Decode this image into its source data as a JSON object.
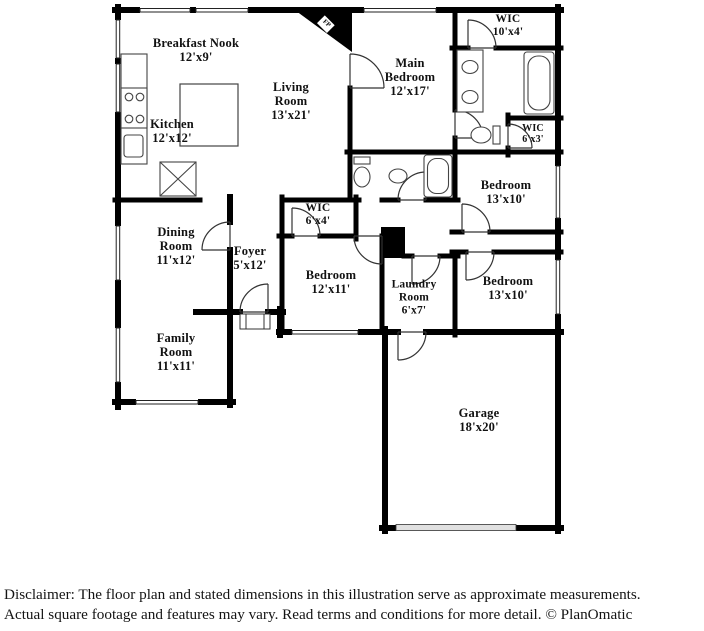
{
  "plan": {
    "rooms": [
      {
        "name": "Breakfast Nook",
        "size": "12'x9'"
      },
      {
        "name": "Kitchen",
        "size": "12'x12'"
      },
      {
        "name": "Living Room",
        "size": "13'x21'"
      },
      {
        "name": "Main Bedroom",
        "size": "12'x17'"
      },
      {
        "name": "WIC",
        "size": "10'x4'"
      },
      {
        "name": "WIC",
        "size": "6'x3'"
      },
      {
        "name": "Bedroom",
        "size": "13'x10'"
      },
      {
        "name": "WIC",
        "size": "6'x4'"
      },
      {
        "name": "Bedroom",
        "size": "12'x11'"
      },
      {
        "name": "Laundry Room",
        "size": "6'x7'"
      },
      {
        "name": "Bedroom",
        "size": "13'x10'"
      },
      {
        "name": "Dining Room",
        "size": "11'x12'"
      },
      {
        "name": "Foyer",
        "size": "5'x12'"
      },
      {
        "name": "Family Room",
        "size": "11'x11'"
      },
      {
        "name": "Garage",
        "size": "18'x20'"
      }
    ],
    "fireplace_label": "FP"
  },
  "footer": {
    "line1": "Disclaimer: The floor plan and stated dimensions in this illustration serve as approximate measurements.",
    "line2": "Actual square footage and features may vary. Read terms and conditions for more detail. © PlanOmatic"
  },
  "colors": {
    "wall": "#000000",
    "background": "#ffffff",
    "garage_door": "#e0e0e0"
  }
}
